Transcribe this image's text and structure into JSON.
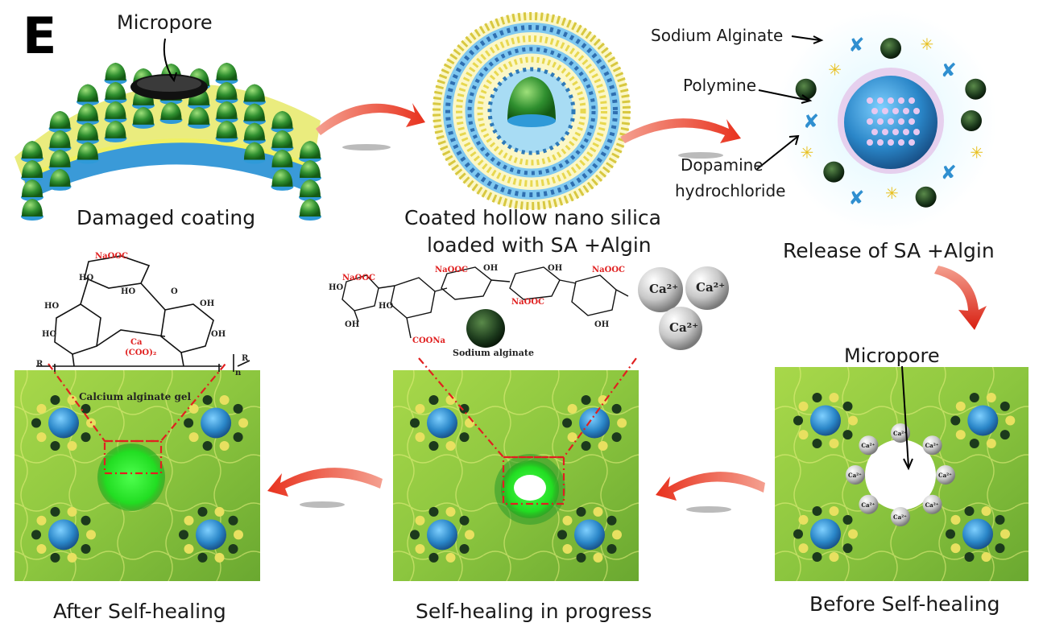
{
  "panel_letter": "E",
  "captions": {
    "damaged": "Damaged coating",
    "coated_line1": "Coated hollow nano silica",
    "coated_line2": "loaded with SA +Algin",
    "release": "Release of SA +Algin",
    "before": "Before Self-healing",
    "progress": "Self-healing in progress",
    "after": "After Self-healing"
  },
  "labels": {
    "micropore_top": "Micropore",
    "micropore_right": "Micropore",
    "sodium_alginate": "Sodium Alginate",
    "polymine": "Polymine",
    "dopamine_line1": "Dopamine",
    "dopamine_line2": "hydrochloride",
    "calcium_gel": "Calcium alginate gel",
    "sodium_alginate_small": "Sodium alginate"
  },
  "chem": {
    "naooc": "NaOOC",
    "ho": "HO",
    "oh": "OH",
    "o": "O",
    "coona": "COONa",
    "ca": "Ca",
    "coo2": "(COO)₂",
    "r": "R",
    "n": "n",
    "ion": "Ca²⁺"
  },
  "colors": {
    "leaf_green": "#8cc63f",
    "gel_green": "#22dd22",
    "arrow_red": "#e8321e",
    "ion_grey": "#c8c8c8",
    "capsule_blue": "#2f8fd0",
    "capsule_green": "#3a9a3a"
  }
}
